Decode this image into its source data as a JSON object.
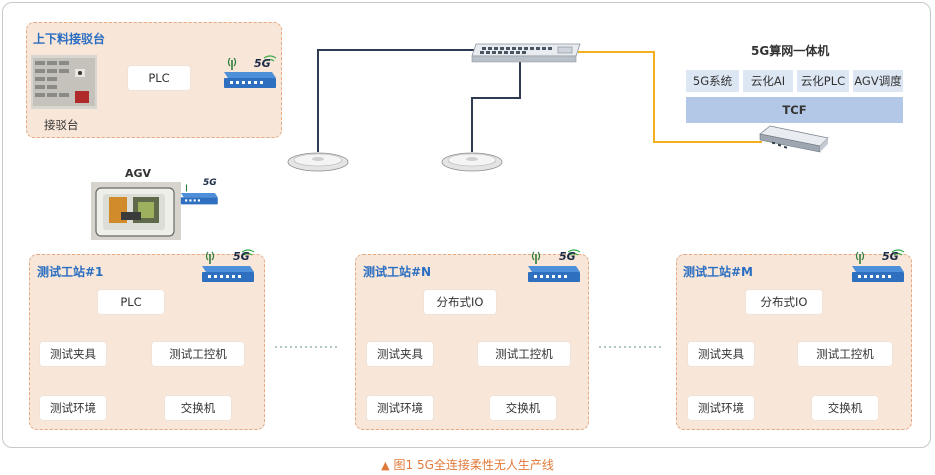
{
  "top_panel": {
    "title": "上下料接驳台",
    "plc": "PLC",
    "station_label": "接驳台",
    "router_badge": "5G"
  },
  "agv": {
    "label": "AGV",
    "router_badge": "5G"
  },
  "cloud": {
    "title": "5G算网一体机",
    "modules": [
      "5G系统",
      "云化AI",
      "云化PLC",
      "AGV调度"
    ],
    "platform": "TCF"
  },
  "stations": [
    {
      "title": "测试工站#1",
      "controller": "PLC",
      "fixture": "测试夹具",
      "ipc": "测试工控机",
      "env": "测试环境",
      "switch": "交换机",
      "router_badge": "5G"
    },
    {
      "title": "测试工站#N",
      "controller": "分布式IO",
      "fixture": "测试夹具",
      "ipc": "测试工控机",
      "env": "测试环境",
      "switch": "交换机",
      "router_badge": "5G"
    },
    {
      "title": "测试工站#M",
      "controller": "分布式IO",
      "fixture": "测试夹具",
      "ipc": "测试工控机",
      "env": "测试环境",
      "switch": "交换机",
      "router_badge": "5G"
    }
  ],
  "caption": {
    "marker": "▲",
    "text": "图1  5G全连接柔性无人生产线"
  },
  "colors": {
    "panel_fill": "#f8e6d8",
    "panel_border": "#e3a982",
    "title_blue": "#2a6ec2",
    "wired_link": "#2d3a4f",
    "green_link": "#3aab4a",
    "cloud_link": "#f2b01e",
    "caption": "#e07a3a",
    "cloud_module": "#dde6f3",
    "tcf": "#b3c8e6"
  }
}
